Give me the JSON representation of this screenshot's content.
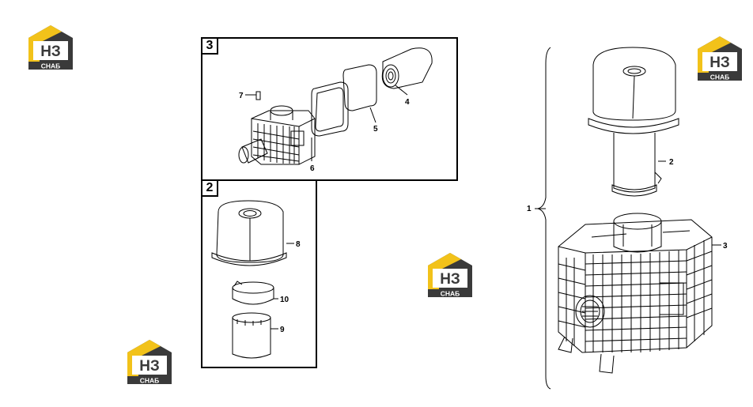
{
  "logo": {
    "letters": "НЗ",
    "caption": "СНАБ",
    "colors": {
      "roof": "#f2c21a",
      "body": "#3a3a3a",
      "text": "#ffffff"
    }
  },
  "panels": [
    {
      "id": "3",
      "label": "3"
    },
    {
      "id": "2",
      "label": "2"
    }
  ],
  "callouts": {
    "p1": "1",
    "p2": "2",
    "p3": "3",
    "p4": "4",
    "p5": "5",
    "p6": "6",
    "p7": "7",
    "p8": "8",
    "p9": "9",
    "p10": "10"
  }
}
